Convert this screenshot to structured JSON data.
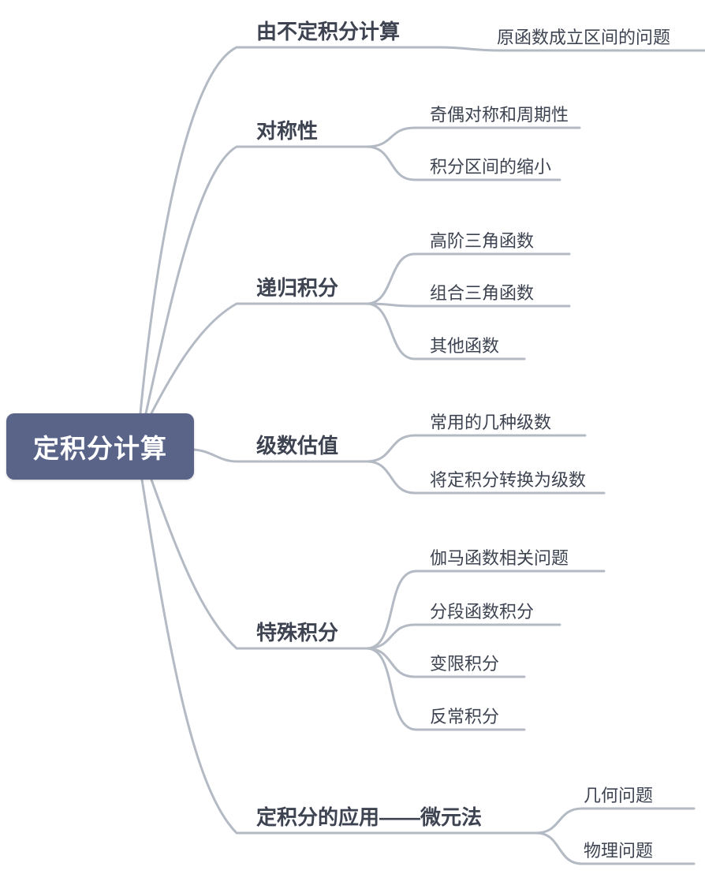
{
  "mindmap": {
    "root": {
      "label": "定积分计算"
    },
    "branches": [
      {
        "label": "由不定积分计算",
        "children": [
          {
            "label": "原函数成立区间的问题"
          }
        ]
      },
      {
        "label": "对称性",
        "children": [
          {
            "label": "奇偶对称和周期性"
          },
          {
            "label": "积分区间的缩小"
          }
        ]
      },
      {
        "label": "递归积分",
        "children": [
          {
            "label": "高阶三角函数"
          },
          {
            "label": "组合三角函数"
          },
          {
            "label": "其他函数"
          }
        ]
      },
      {
        "label": "级数估值",
        "children": [
          {
            "label": "常用的几种级数"
          },
          {
            "label": "将定积分转换为级数"
          }
        ]
      },
      {
        "label": "特殊积分",
        "children": [
          {
            "label": "伽马函数相关问题"
          },
          {
            "label": "分段函数积分"
          },
          {
            "label": "变限积分"
          },
          {
            "label": "反常积分"
          }
        ]
      },
      {
        "label": "定积分的应用——微元法",
        "children": [
          {
            "label": "几何问题"
          },
          {
            "label": "物理问题"
          }
        ]
      }
    ],
    "colors": {
      "root_bg": "#5a6388",
      "root_text": "#ffffff",
      "line": "#b4bac4",
      "text": "#3d4350"
    }
  }
}
